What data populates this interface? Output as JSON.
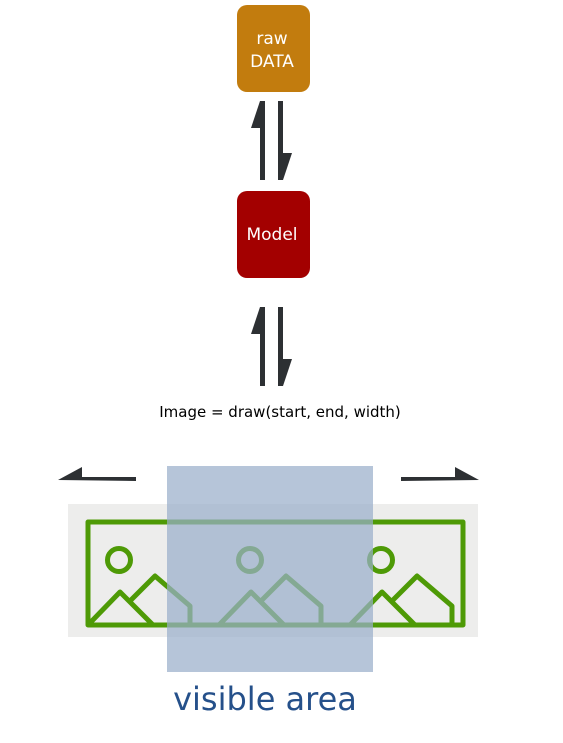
{
  "nodes": {
    "raw_data": {
      "line1": "raw",
      "line2": "DATA",
      "color": "#c27c0e"
    },
    "model": {
      "label": "Model",
      "color": "#a30000"
    }
  },
  "formula": "Image = draw(start, end, width)",
  "visible_area": {
    "label": "visible area",
    "color": "#25508a",
    "overlay_color": "#9aaecb"
  },
  "colors": {
    "arrow": "#2d3033",
    "strip_bg": "#ededec",
    "image_stroke": "#4e9a06"
  },
  "icons": [
    "picture-icon",
    "picture-icon",
    "picture-icon",
    "arrow-left-icon",
    "arrow-right-icon",
    "bidirectional-arrow-icon"
  ]
}
